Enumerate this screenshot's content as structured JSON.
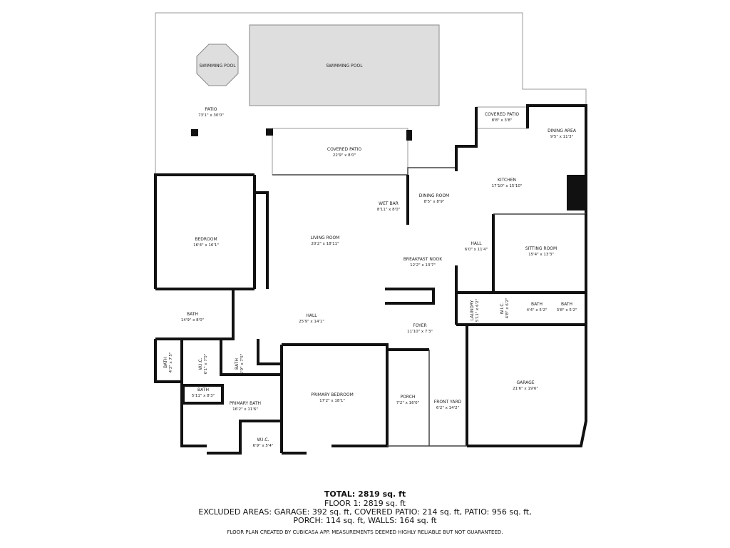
{
  "rooms": {
    "round_pool": {
      "name": "SWIMMING POOL"
    },
    "pool": {
      "name": "SWIMMING POOL"
    },
    "patio": {
      "name": "PATIO",
      "dims": "73'1\" x 30'0\""
    },
    "covered_patio_main": {
      "name": "COVERED PATIO",
      "dims": "22'9\" x 8'0\""
    },
    "covered_patio_small": {
      "name": "COVERED PATIO",
      "dims": "8'8\" x 3'8\""
    },
    "dining_area": {
      "name": "DINING AREA",
      "dims": "9'5\" x 11'3\""
    },
    "kitchen": {
      "name": "KITCHEN",
      "dims": "17'10\" x 15'10\""
    },
    "dining_room": {
      "name": "DINING ROOM",
      "dims": "8'5\" x 8'9\""
    },
    "wet_bar": {
      "name": "WET BAR",
      "dims": "8'11\" x 8'0\""
    },
    "bedroom": {
      "name": "BEDROOM",
      "dims": "16'4\" x 16'1\""
    },
    "living_room": {
      "name": "LIVING ROOM",
      "dims": "20'2\" x 18'11\""
    },
    "breakfast_nook": {
      "name": "BREAKFAST NOOK",
      "dims": "12'2\" x 13'7\""
    },
    "hall_east": {
      "name": "HALL",
      "dims": "6'0\" x 11'4\""
    },
    "sitting_room": {
      "name": "SITTING ROOM",
      "dims": "15'4\" x 13'3\""
    },
    "bath_main": {
      "name": "BATH",
      "dims": "14'9\" x 8'0\""
    },
    "hall": {
      "name": "HALL",
      "dims": "25'9\" x 14'1\""
    },
    "foyer": {
      "name": "FOYER",
      "dims": "11'10\" x 7'3\""
    },
    "laundry": {
      "name": "LAUNDRY",
      "dims": "5'11\" x 6'2\""
    },
    "wic_east": {
      "name": "W.I.C.",
      "dims": "4'8\" x 6'2\""
    },
    "bath_east1": {
      "name": "BATH",
      "dims": "4'4\" x 5'2\""
    },
    "bath_east2": {
      "name": "BATH",
      "dims": "3'8\" x 5'2\""
    },
    "bath_west": {
      "name": "BATH",
      "dims": "4'3\" x 7'5\""
    },
    "wic_west": {
      "name": "W.I.C.",
      "dims": "6'1\" x 7'5\""
    },
    "bath_mid": {
      "name": "BATH",
      "dims": "5'9\" x 7'5\""
    },
    "bath_small": {
      "name": "BATH",
      "dims": "5'11\" x 8'3\""
    },
    "primary_bath": {
      "name": "PRIMARY BATH",
      "dims": "16'2\" x 11'6\""
    },
    "wic_primary": {
      "name": "W.I.C.",
      "dims": "6'9\" x 5'4\""
    },
    "primary_bedroom": {
      "name": "PRIMARY BEDROOM",
      "dims": "17'2\" x 18'1\""
    },
    "porch": {
      "name": "PORCH",
      "dims": "7'2\" x 16'0\""
    },
    "front_yard": {
      "name": "FRONT YARD",
      "dims": "6'2\" x 14'2\""
    },
    "garage": {
      "name": "GARAGE",
      "dims": "21'6\" x 19'6\""
    }
  },
  "summary": {
    "total": "TOTAL: 2819 sq. ft",
    "floor1": "FLOOR 1: 2819 sq. ft",
    "excluded": "EXCLUDED AREAS: GARAGE: 392 sq. ft, COVERED PATIO: 214 sq. ft, PATIO: 956 sq. ft,",
    "excluded2": "PORCH: 114 sq. ft, WALLS: 164 sq. ft",
    "disclaimer": "FLOOR PLAN CREATED BY CUBICASA APP. MEASUREMENTS DEEMED HIGHLY RELIABLE BUT NOT GUARANTEED."
  },
  "colors": {
    "wall": "#111111",
    "pool": "#dddddd",
    "outline": "#999999"
  }
}
